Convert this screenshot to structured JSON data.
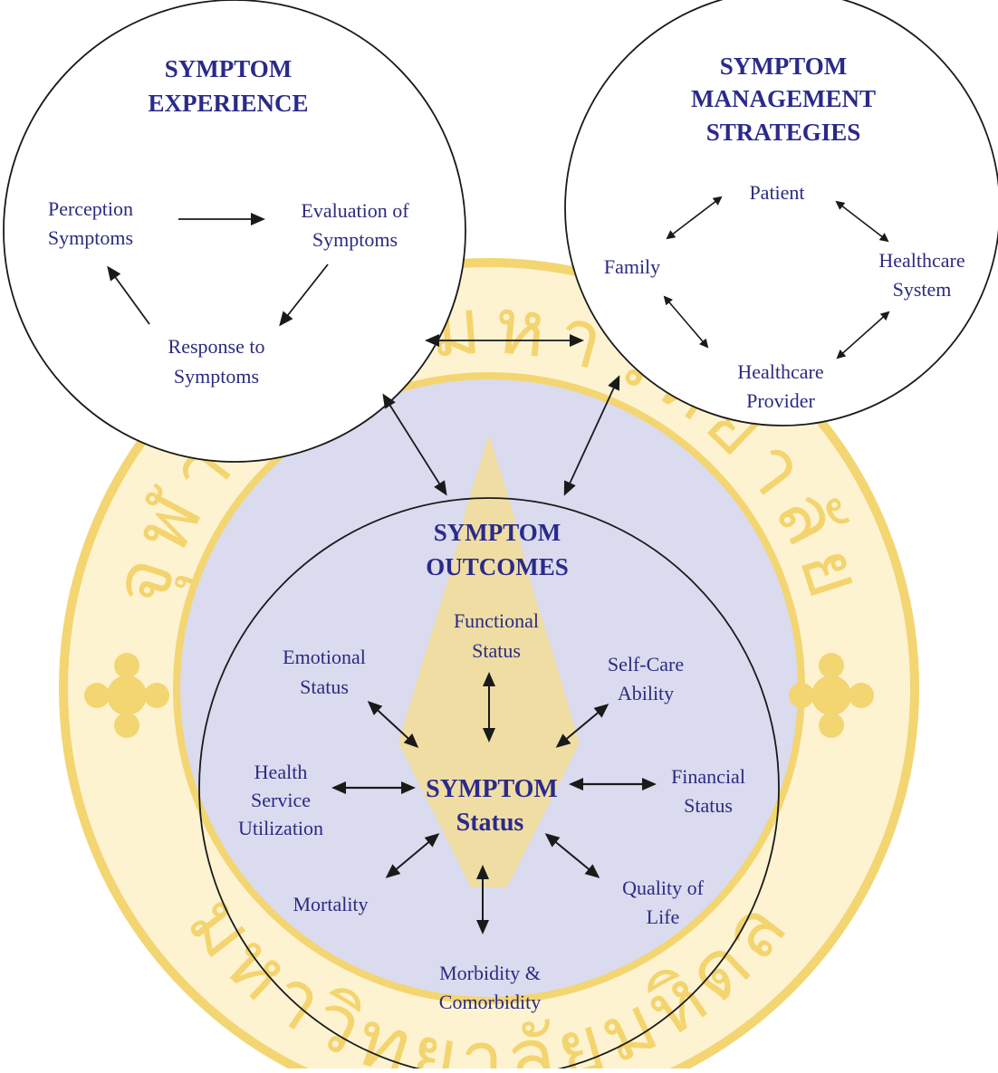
{
  "colors": {
    "heading": "#2a2a8a",
    "label": "#2b2b80",
    "outline": "#1a1a1a",
    "arrow": "#1a1a1a",
    "seal_gold": "#f3d36b",
    "seal_fill": "#fdf3cf",
    "seal_blue": "#d6d7ee"
  },
  "watermark": {
    "type": "university-seal",
    "text_top": "จุฬาภรณ์ มหาวิทยาลัย",
    "text_bottom": "มหาวิทยาลัยมหิดล"
  },
  "experience": {
    "title": [
      "SYMPTOM",
      "EXPERIENCE"
    ],
    "perception": [
      "Perception",
      "Symptoms"
    ],
    "evaluation": [
      "Evaluation of",
      "Symptoms"
    ],
    "response": [
      "Response to",
      "Symptoms"
    ]
  },
  "strategies": {
    "title": [
      "SYMPTOM",
      "MANAGEMENT",
      "STRATEGIES"
    ],
    "patient": [
      "Patient"
    ],
    "family": [
      "Family"
    ],
    "healthcare_system": [
      "Healthcare",
      "System"
    ],
    "healthcare_provider": [
      "Healthcare",
      "Provider"
    ]
  },
  "outcomes": {
    "title": [
      "SYMPTOM",
      "OUTCOMES"
    ],
    "center": [
      "SYMPTOM",
      "Status"
    ],
    "functional": [
      "Functional",
      "Status"
    ],
    "emotional": [
      "Emotional",
      "Status"
    ],
    "selfcare": [
      "Self-Care",
      "Ability"
    ],
    "health_service": [
      "Health",
      "Service",
      "Utilization"
    ],
    "financial": [
      "Financial",
      "Status"
    ],
    "mortality": [
      "Mortality"
    ],
    "quality": [
      "Quality of",
      "Life"
    ],
    "morbidity": [
      "Morbidity &",
      "Comorbidity"
    ]
  }
}
